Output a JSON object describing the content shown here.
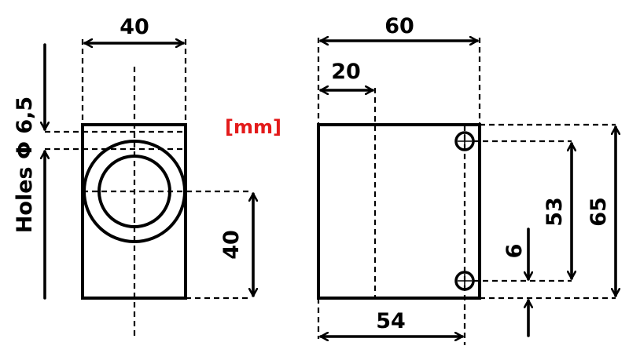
{
  "drawing": {
    "units_label": "[mm]",
    "units_color": "#e31a1a",
    "line_color": "#000000",
    "front_view": {
      "width_dim": "40",
      "center_height_dim": "40",
      "holes_label": "Holes Φ 6,5"
    },
    "side_view": {
      "width_dim": "60",
      "offset_dim": "20",
      "hole_spacing_horizontal_dim": "54",
      "hole_spacing_vertical_dim": "53",
      "height_dim": "65",
      "hole_offset_dim": "6"
    }
  }
}
